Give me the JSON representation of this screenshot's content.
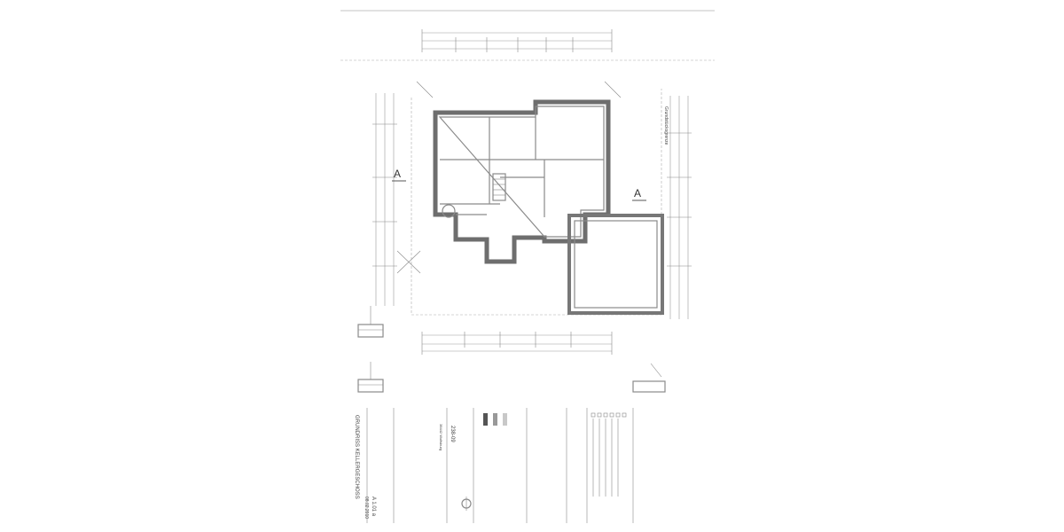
{
  "sheet": {
    "section_mark": "A",
    "property_line_label": "Grundstücksgrenze"
  },
  "title_block": {
    "drawing_title": "GRUNDRISS KELLERGESCHOSS",
    "plan_number": "A 1.01 a",
    "date": "08.02.2010",
    "project_number": "238-09",
    "location": "38442 Wolfsburg"
  }
}
